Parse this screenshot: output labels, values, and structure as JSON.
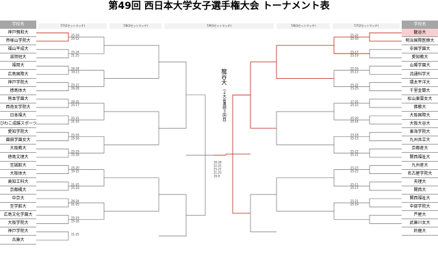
{
  "title": "第49回 西日本大学女子選手権大会 トーナメント表",
  "header": {
    "school_left": "学校名",
    "school_right": "学校名",
    "rounds": [
      "7/7(2セットマッチ)",
      "7/8(3セットマッチ)",
      "7/9(3セットマッチ)",
      "7/8(3セットマッチ)",
      "7/7(2セットマッチ)"
    ]
  },
  "champion": {
    "name": "龍谷大",
    "note": "（２大会連続３回目）"
  },
  "left_teams": [
    "神戸親和大",
    "帝塚山学院大",
    "福山平成大",
    "滋賀短大",
    "福岡大",
    "広島国際大",
    "神戸学院大",
    "徳島体大",
    "熊本学園大",
    "西南女学院大",
    "日本福大",
    "びわこ成蹊スポーツ大",
    "愛知学院大",
    "園田学園女大",
    "大阪教大",
    "徳島文理大",
    "至誠館大",
    "大阪体大",
    "高知工科大",
    "京都橘大",
    "中京大",
    "至学館大",
    "広島文化学園大",
    "大阪学院大",
    "神戸学院大",
    "兵庫大"
  ],
  "right_teams": [
    "龍谷大",
    "明治国際医療大",
    "中国学園大",
    "愛知教大",
    "山陽学園大",
    "流通科学大",
    "環太平洋大",
    "千里金蘭大",
    "松山東雲女大",
    "佛教大",
    "大阪国際大",
    "大阪大谷大",
    "東海学院大",
    "九州共立大",
    "京都産大",
    "関西福祉大",
    "九州産大",
    "名古屋学院大",
    "天理大",
    "関西大",
    "関西福祉大",
    "中部学院大",
    "芦屋大",
    "武庫川女大",
    "鈴鹿大"
  ],
  "right_winner": "龍谷大",
  "scores_left": [
    "25-19",
    "25-12",
    "25-24",
    "21-25",
    "26-24",
    "19-13",
    "25-21",
    "26-28",
    "20-25",
    "25-17",
    "25-21",
    "21-16",
    "25-16",
    "25-16",
    "25-19",
    "25-18",
    "25-20",
    "19-25",
    "21-25",
    "25-19",
    "26-24",
    "21-25",
    "25-19",
    "25-18",
    "21-25"
  ],
  "scores_final": [
    "30-28",
    "22-25",
    "25-21",
    "21-25",
    "16-9"
  ],
  "scores_right": [
    "25-22",
    "25-16",
    "25-17",
    "25-19",
    "25-16",
    "25-13",
    "25-22",
    "23-25",
    "17-25",
    "25-15",
    "25-20",
    "25-14",
    "25-18",
    "25-13",
    "25-22",
    "25-21",
    "25-23",
    "25-23",
    "25-11",
    "25-17",
    "25-21",
    "25-19"
  ],
  "round_marks": [
    "0",
    "2",
    "3",
    "1",
    "2",
    "0"
  ]
}
